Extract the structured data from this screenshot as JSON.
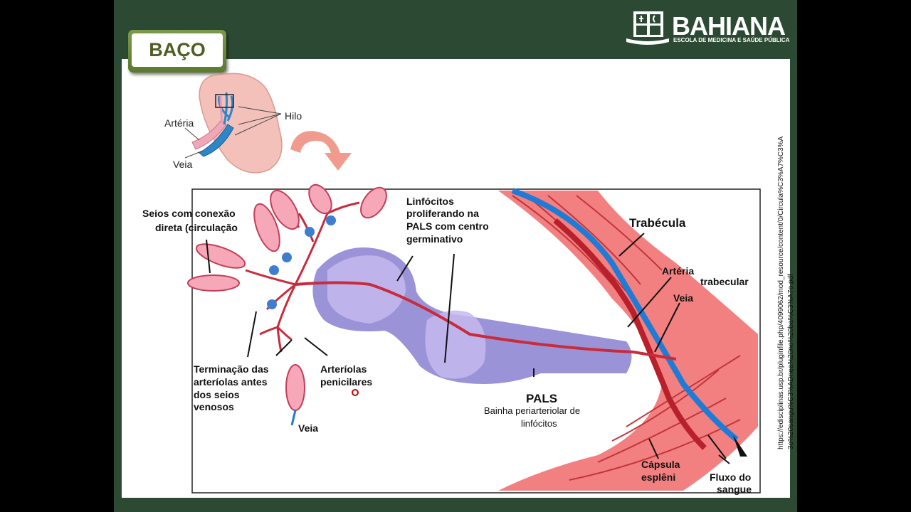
{
  "slide": {
    "title": "BAÇO"
  },
  "logo": {
    "name": "BAHIANA",
    "subtitle": "ESCOLA DE MEDICINA E SAÚDE PÚBLICA"
  },
  "diagram": {
    "small_labels": [
      "Hilo",
      "Artéria",
      "Veia"
    ],
    "labels": {
      "seios": [
        "Seios com conexão",
        "direta (circulação"
      ],
      "linfocitos": [
        "Linfócitos",
        "proliferando na",
        "PALS com centro",
        "germinativo"
      ],
      "trabecula": "Trabécula",
      "arteria_trabecular": [
        "Artéria",
        "trabecular"
      ],
      "veia": "Veia",
      "terminacao": [
        "Terminação das",
        "arteríolas antes",
        "dos seios",
        "venosos"
      ],
      "arteriolas": [
        "Arteríolas",
        "penicilares"
      ],
      "veia_bottom": "Veia",
      "pals": "PALS",
      "pals_desc": [
        "Bainha periarteriolar de",
        "linfócitos"
      ],
      "capsula": [
        "Cápsula",
        "esplêni"
      ],
      "fluxo": [
        "Fluxo do",
        "sangue"
      ]
    }
  },
  "source": {
    "url_line1": "https://edisciplinas.usp.br/pluginfile.php/4099062/mod_resource/content/0/Circula%C3%A7%C3%A",
    "url_line2": "3o%20sangu%C3%ADnea%20no%20ba%C3%A7o.pdf"
  }
}
